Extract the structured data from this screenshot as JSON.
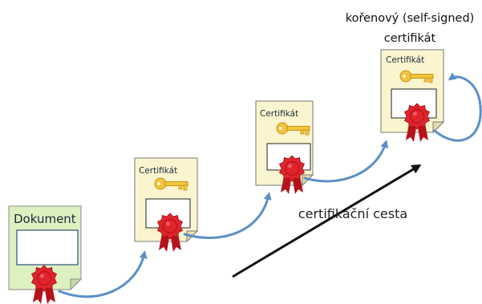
{
  "diagram": {
    "document": {
      "title": "Dokument"
    },
    "certificates": [
      {
        "title": "Certifikát"
      },
      {
        "title": "Certifikát"
      },
      {
        "title": "Certifikát"
      }
    ],
    "root_label": {
      "line1": "kořenový (self-signed)",
      "line2": "certifikát"
    },
    "path_label": "certifikační cesta",
    "colors": {
      "document_fill": "#ddf0c0",
      "certificate_fill": "#fbf5cf",
      "connector": "#5b8fc7",
      "seal": "#e0242b",
      "ribbon": "#b5121b",
      "key": "#f2c43f"
    },
    "icons": [
      "seal-icon",
      "key-icon",
      "arrow-icon"
    ]
  }
}
